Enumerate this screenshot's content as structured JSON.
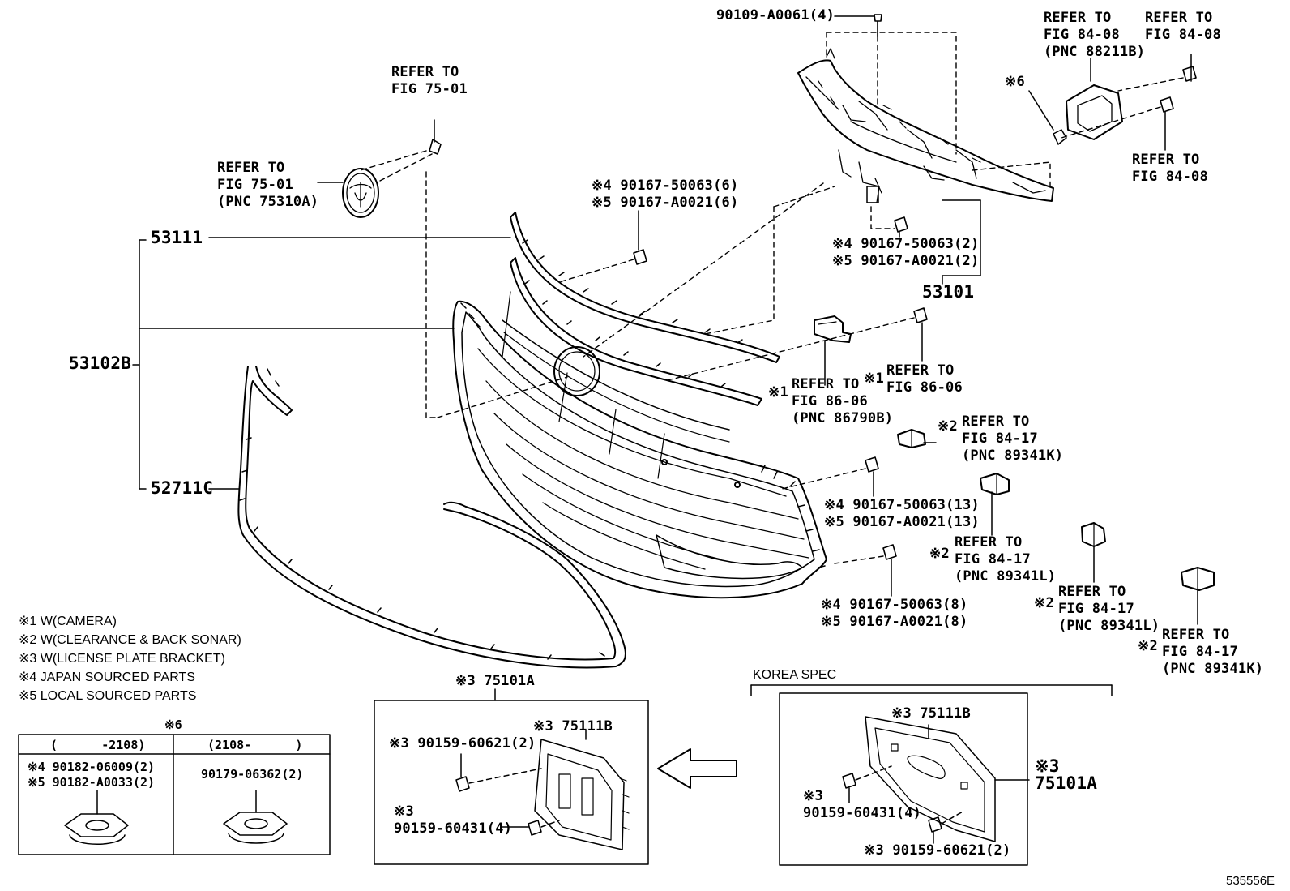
{
  "labels": {
    "top_bolt": "90109-A0061(4)",
    "refer_84_08_a": "REFER TO\nFIG 84-08\n(PNC 88211B)",
    "refer_84_08_b": "REFER TO\nFIG 84-08",
    "refer_84_08_c": "REFER TO\nFIG 84-08",
    "mark6_top": "※6",
    "refer_75_01_a": "REFER TO\nFIG 75-01",
    "refer_75_01_b": "REFER TO\nFIG 75-01\n(PNC 75310A)",
    "clip_6": "※4 90167-50063(6)\n※5 90167-A0021(6)",
    "clip_2": "※4 90167-50063(2)\n※5 90167-A0021(2)",
    "part_53101": "53101",
    "part_53111": "53111",
    "part_53102B": "53102B",
    "part_52711C": "52711C",
    "refer_86_06_a": "REFER TO\nFIG 86-06\n(PNC 86790B)",
    "refer_86_06_b": "REFER TO\nFIG 86-06",
    "mark1_a": "※1",
    "mark1_b": "※1",
    "refer_84_17_a": "REFER TO\nFIG 84-17\n(PNC 89341K)",
    "refer_84_17_b": "REFER TO\nFIG 84-17\n(PNC 89341L)",
    "refer_84_17_c": "REFER TO\nFIG 84-17\n(PNC 89341L)",
    "refer_84_17_d": "REFER TO\nFIG 84-17\n(PNC 89341K)",
    "mark2_a": "※2",
    "mark2_b": "※2",
    "mark2_c": "※2",
    "mark2_d": "※2",
    "clip_13": "※4 90167-50063(13)\n※5 90167-A0021(13)",
    "clip_8": "※4 90167-50063(8)\n※5 90167-A0021(8)",
    "kit_75101A_left": "※3 75101A",
    "plate_75111B_left": "※3 75111B",
    "screw_60621_left": "※3 90159-60621(2)",
    "screw_60431_left": "※3\n90159-60431(4)",
    "korea_spec": "KOREA SPEC",
    "plate_75111B_right": "※3 75111B",
    "screw_60431_right": "※3\n90159-60431(4)",
    "kit_75101A_right": "※3\n75101A",
    "screw_60621_right": "※3 90159-60621(2)",
    "diagram_code": "535556E"
  },
  "notes": [
    "※1 W(CAMERA)",
    "※2 W(CLEARANCE & BACK SONAR)",
    "※3 W(LICENSE PLATE BRACKET)",
    "※4 JAPAN SOURCED PARTS",
    "※5 LOCAL SOURCED PARTS"
  ],
  "table": {
    "title": "※6",
    "col1_header": "(      -2108)",
    "col2_header": "(2108-      )",
    "col1_parts": "※4 90182-06009(2)\n※5 90182-A0033(2)",
    "col2_parts": "90179-06362(2)"
  }
}
